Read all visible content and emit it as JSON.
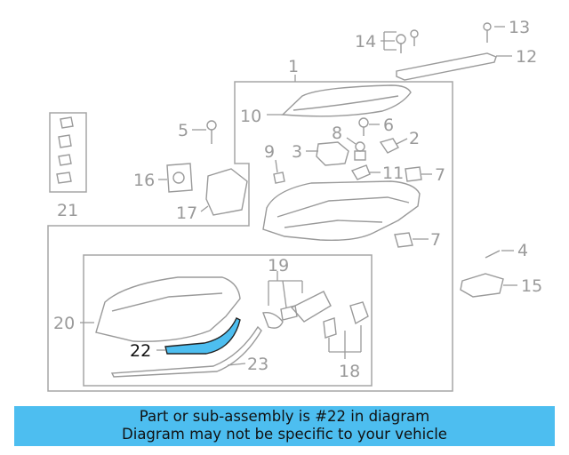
{
  "labels": {
    "l1": "1",
    "l2": "2",
    "l3": "3",
    "l4": "4",
    "l5": "5",
    "l6": "6",
    "l7a": "7",
    "l7b": "7",
    "l8": "8",
    "l9": "9",
    "l10": "10",
    "l11": "11",
    "l12": "12",
    "l13": "13",
    "l14": "14",
    "l15": "15",
    "l16": "16",
    "l17": "17",
    "l18": "18",
    "l19": "19",
    "l20": "20",
    "l21": "21",
    "l22": "22",
    "l23": "23"
  },
  "highlighted_part": "22",
  "highlight_color": "#4dbef0",
  "banner": {
    "line1": "Part or sub-assembly is #22 in diagram",
    "line2": "Diagram may not be specific to your vehicle"
  }
}
